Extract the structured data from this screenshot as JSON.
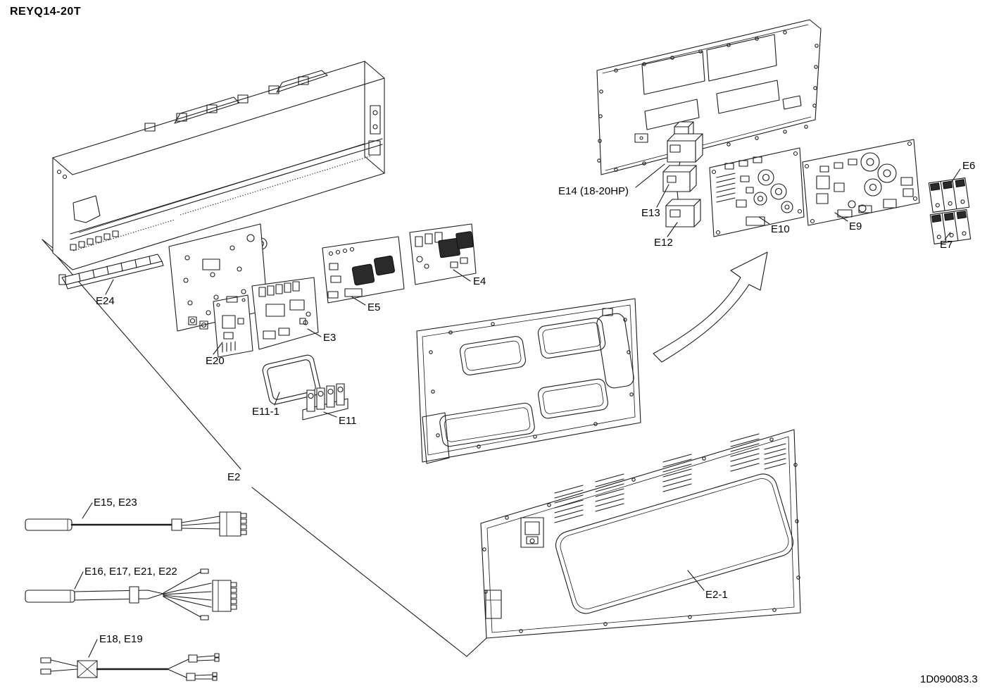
{
  "page": {
    "title": "REYQ14-20T",
    "drawing_number": "1D090083.3",
    "background_color": "#ffffff",
    "line_color": "#1c1c1c"
  },
  "labels": {
    "e24": "E24",
    "e20": "E20",
    "e3": "E3",
    "e11_1": "E11-1",
    "e11": "E11",
    "e5": "E5",
    "e4": "E4",
    "e14": "E14 (18-20HP)",
    "e13": "E13",
    "e12": "E12",
    "e10": "E10",
    "e9": "E9",
    "e6": "E6",
    "e7": "E7",
    "e2": "E2",
    "e2_1": "E2-1",
    "e15_e23": "E15, E23",
    "e16_e17_e21_e22": "E16, E17, E21, E22",
    "e18_e19": "E18, E19"
  }
}
